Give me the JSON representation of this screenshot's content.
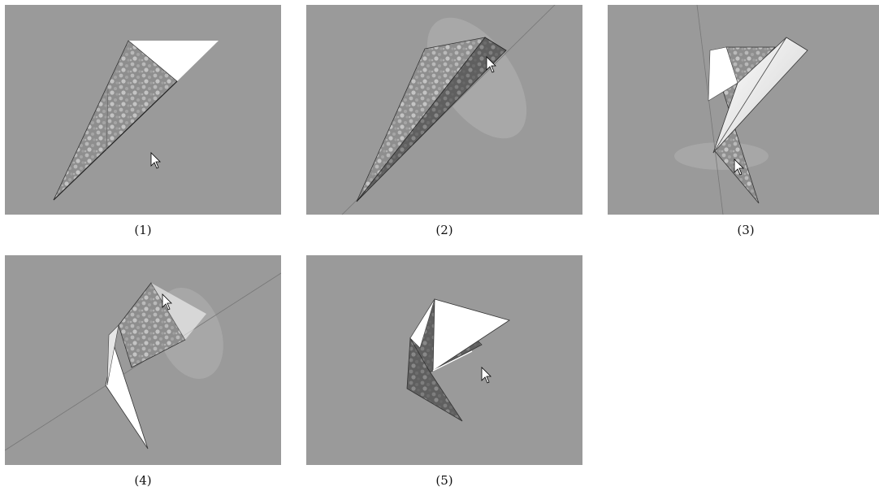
{
  "figure": {
    "panels": [
      {
        "caption": "(1)"
      },
      {
        "caption": "(2)"
      },
      {
        "caption": "(3)"
      },
      {
        "caption": "(4)"
      },
      {
        "caption": "(5)"
      }
    ]
  },
  "colors": {
    "background": "#9a9a9a",
    "paper_texture": "#8c8c8c",
    "paper_white": "#ffffff",
    "guide_line": "#6f6f6f"
  },
  "icons": [
    "pointer-cursor-icon"
  ]
}
